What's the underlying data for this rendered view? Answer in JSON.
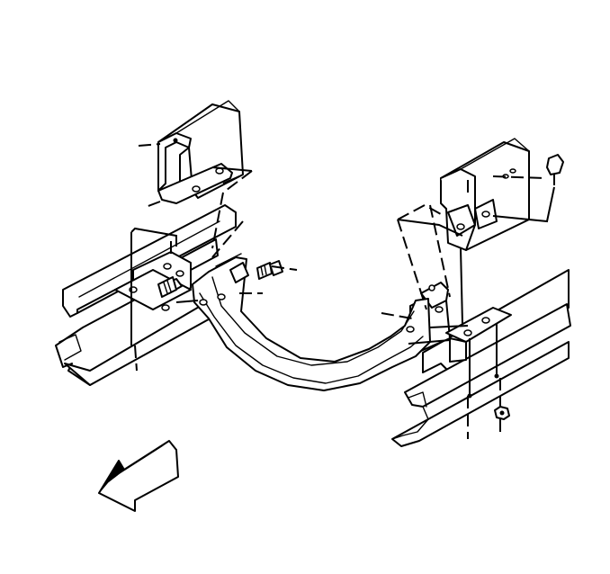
{
  "diagram": {
    "parts": [
      "left-frame-rail",
      "right-frame-rail",
      "left-upper-bracket",
      "right-upper-bracket",
      "left-frame-plate",
      "right-frame-plate",
      "crossmember",
      "bolt",
      "nut"
    ],
    "direction_arrow": "front",
    "colors": {
      "line": "#000000",
      "fill": "#ffffff",
      "background": "#ffffff"
    }
  }
}
